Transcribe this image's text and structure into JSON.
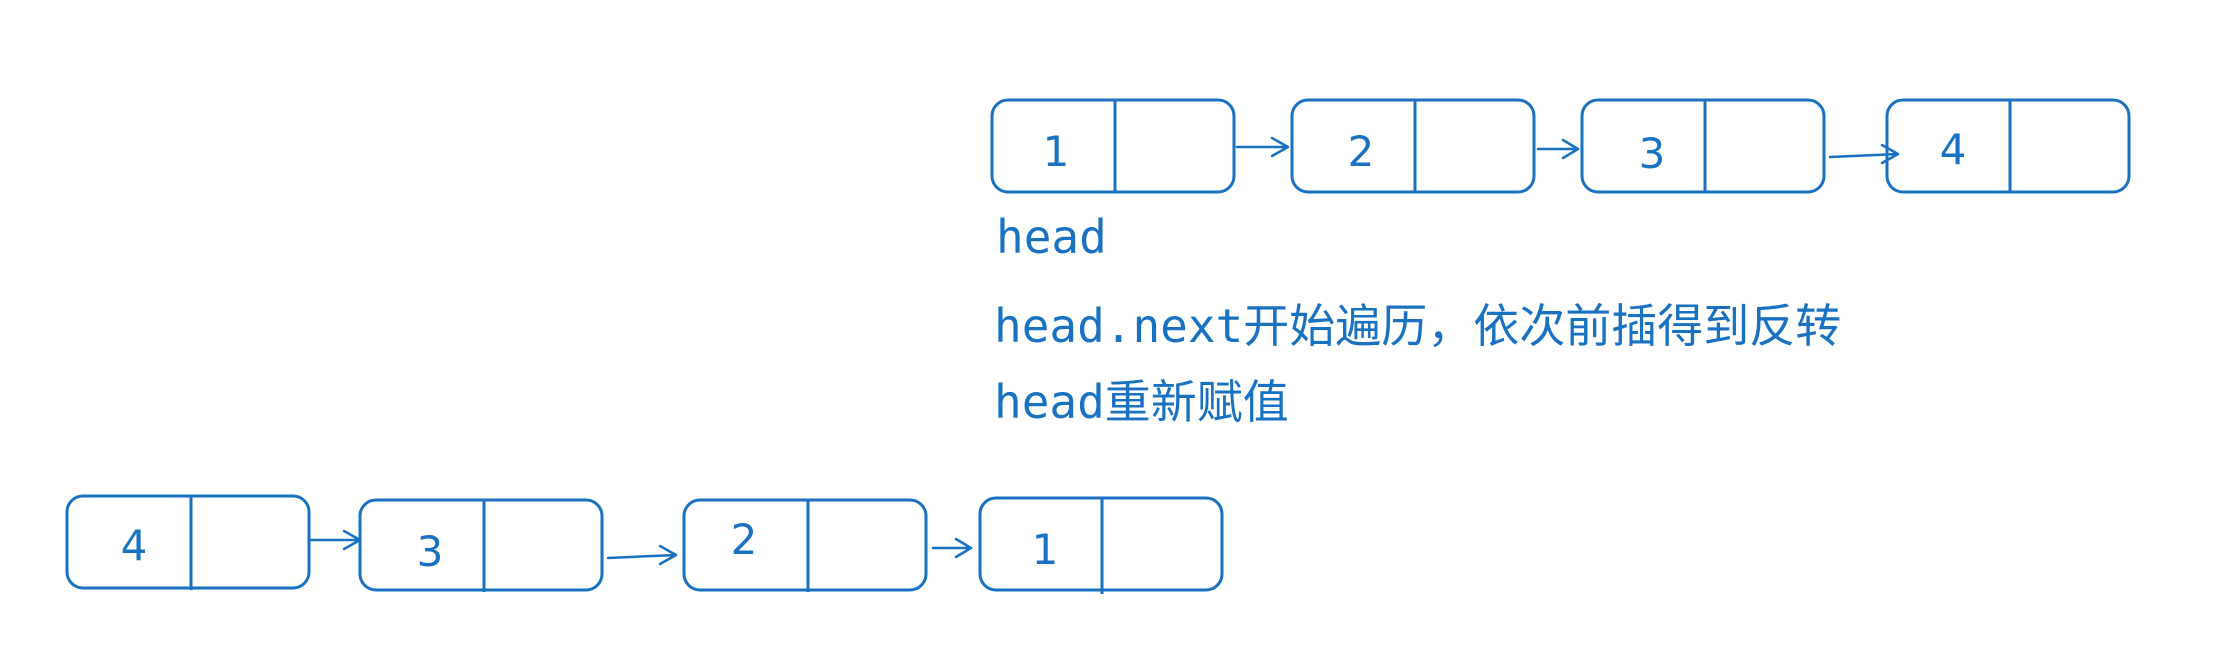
{
  "diagram": {
    "original_list": {
      "nodes": [
        "1",
        "2",
        "3",
        "4"
      ]
    },
    "head_label": "head",
    "notes": [
      "head.next开始遍历，依次前插得到反转",
      "head重新赋值"
    ],
    "reversed_list": {
      "nodes": [
        "4",
        "3",
        "2",
        "1"
      ]
    }
  },
  "colors": {
    "stroke": "#1971c2"
  }
}
